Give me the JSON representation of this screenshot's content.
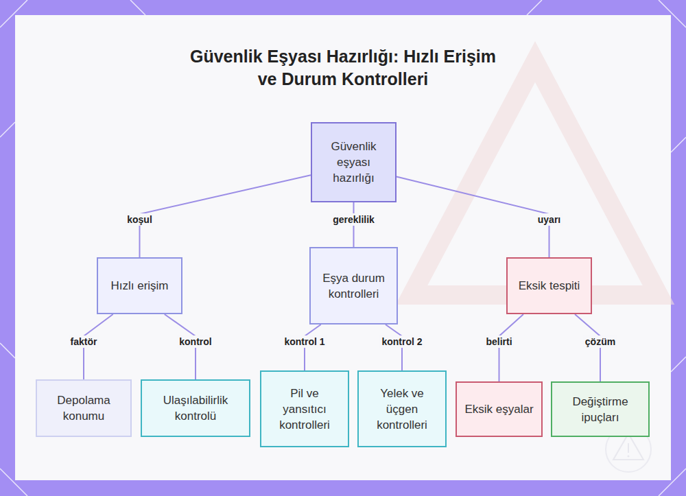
{
  "diagram": {
    "title": "Güvenlik Eşyası Hazırlığı: Hızlı Erişim ve Durum Kontrolleri",
    "nodes": [
      {
        "text": [
          "Güvenlik eşyası hazırlığı"
        ]
      },
      {
        "text": [
          "Hızlı erişim"
        ]
      },
      {
        "text": [
          "Eşya durum kontrolleri"
        ]
      },
      {
        "text": [
          "Eksik tespiti"
        ]
      },
      {
        "text": [
          "Depolama konumu"
        ]
      },
      {
        "text": [
          "Ulaşılabilirlik kontrolü"
        ]
      },
      {
        "text": [
          "Pil ve yansıtıcı kontrolleri"
        ]
      },
      {
        "text": [
          "Yelek ve üçgen kontrolleri"
        ]
      },
      {
        "text": [
          "Eksik eşyalar"
        ]
      },
      {
        "text": [
          "Değiştirme ipuçları"
        ]
      }
    ],
    "edges": [
      {
        "from": 0,
        "to": 1,
        "label": "koşul",
        "arrow": "none"
      },
      {
        "from": 0,
        "to": 2,
        "label": "gereklilik",
        "arrow": "none"
      },
      {
        "from": 0,
        "to": 3,
        "label": "uyarı",
        "arrow": "none"
      },
      {
        "from": 1,
        "to": 4,
        "label": "faktör",
        "arrow": "none"
      },
      {
        "from": 1,
        "to": 5,
        "label": "kontrol",
        "arrow": "none"
      },
      {
        "from": 2,
        "to": 6,
        "label": "kontrol 1",
        "arrow": "none"
      },
      {
        "from": 2,
        "to": 7,
        "label": "kontrol 2",
        "arrow": "none"
      },
      {
        "from": 3,
        "to": 8,
        "label": "belirti",
        "arrow": "none"
      },
      {
        "from": 3,
        "to": 9,
        "label": "çözüm",
        "arrow": "none"
      }
    ]
  }
}
